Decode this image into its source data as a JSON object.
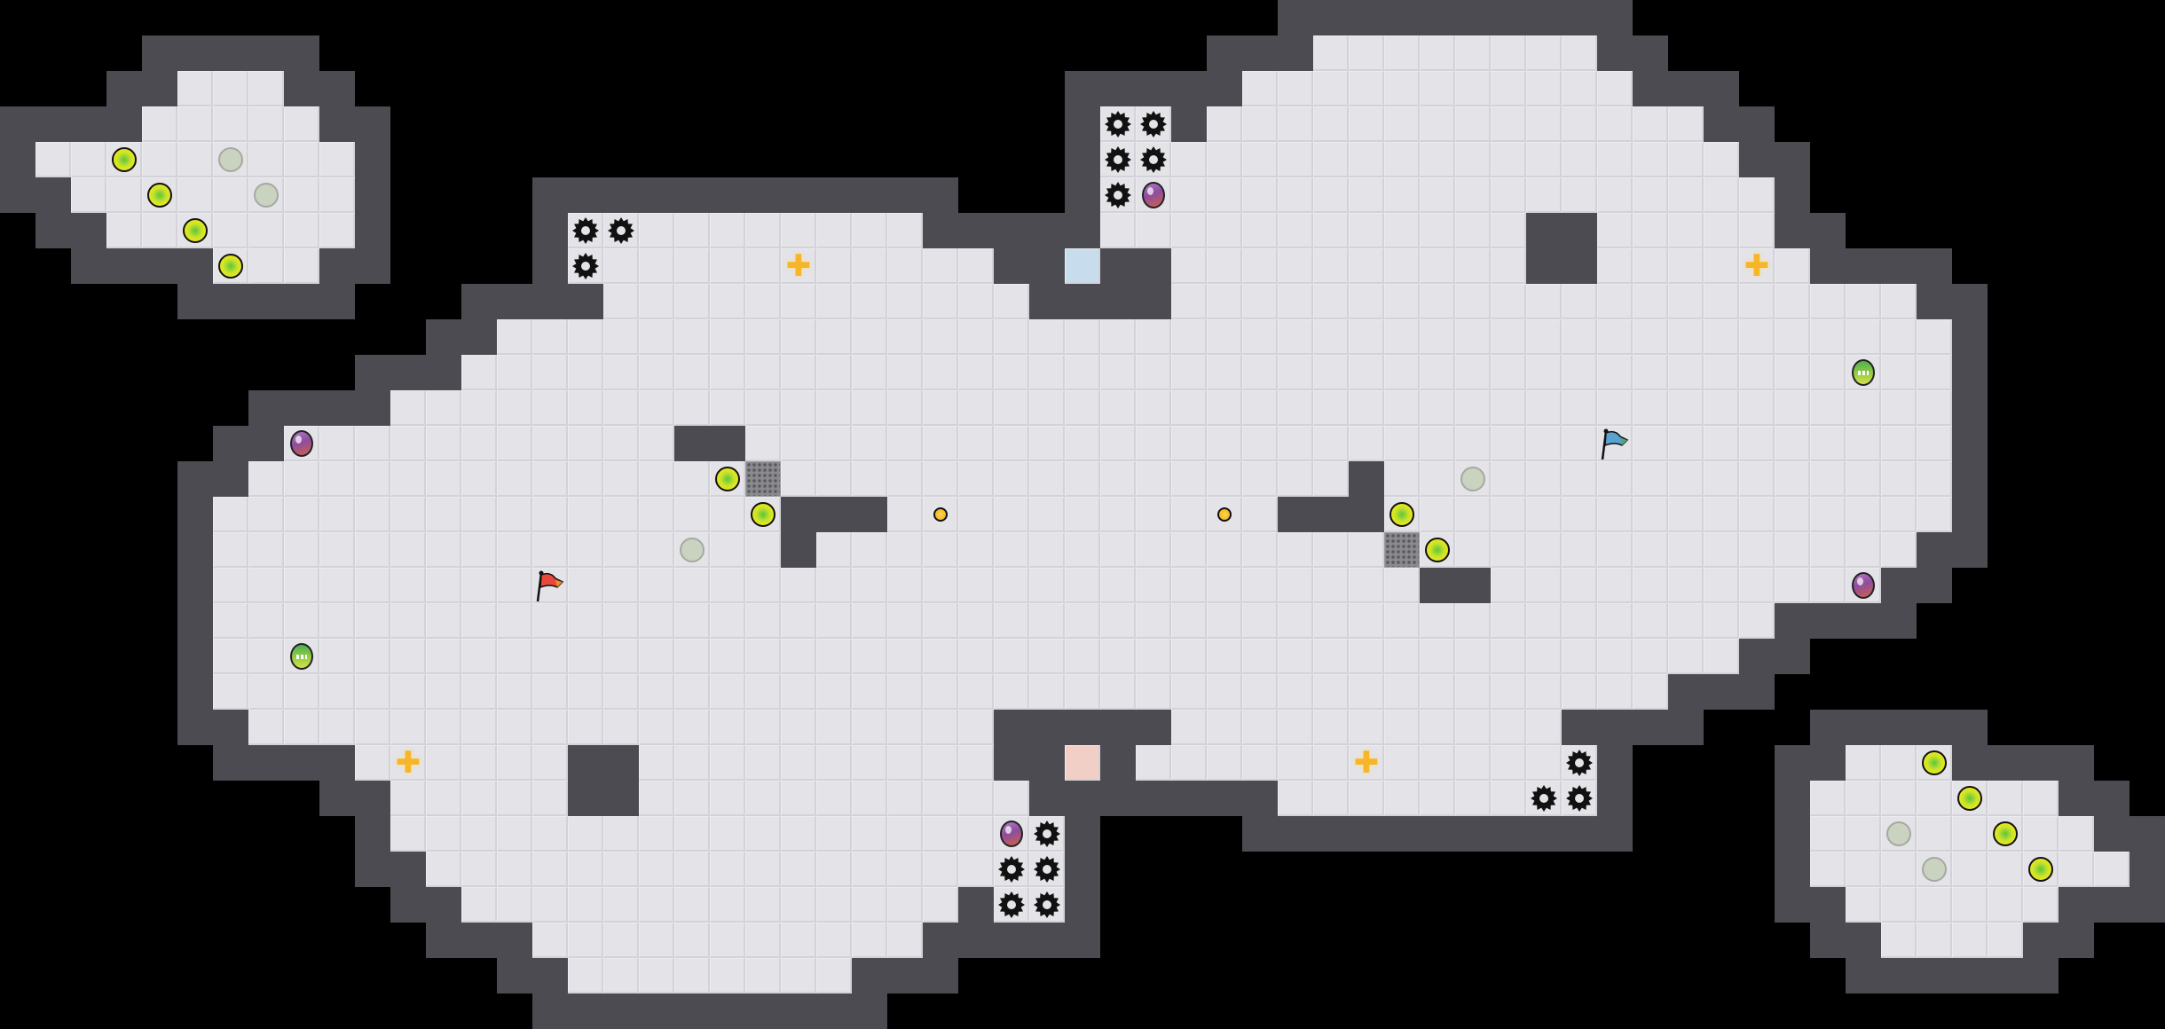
{
  "game": {
    "view": "map-overview",
    "teams": [
      {
        "name": "red",
        "flag_color": "#e8483a",
        "zone_color": "#f1cfc6"
      },
      {
        "name": "blue",
        "flag_color": "#5aa2d0",
        "zone_color": "#c7dcec"
      }
    ]
  },
  "colors": {
    "background": "#000000",
    "floor": "#e3e3e8",
    "wall": "#4b4b51",
    "boost": "#eaea1c",
    "inactive_boost": "#c9d3c0",
    "portal": "#f6b52a"
  },
  "icons": {
    "boost": "boost-pad-icon",
    "inactive_boost": "inactive-boost-icon",
    "spike": "spike-icon",
    "bomb": "bomb-icon",
    "powerup": "powerup-icon",
    "portal": "portal-icon",
    "gravel": "gravel-icon",
    "small_orb": "small-orb-icon",
    "red_flag": "red-flag-icon",
    "blue_flag": "blue-flag-icon"
  }
}
